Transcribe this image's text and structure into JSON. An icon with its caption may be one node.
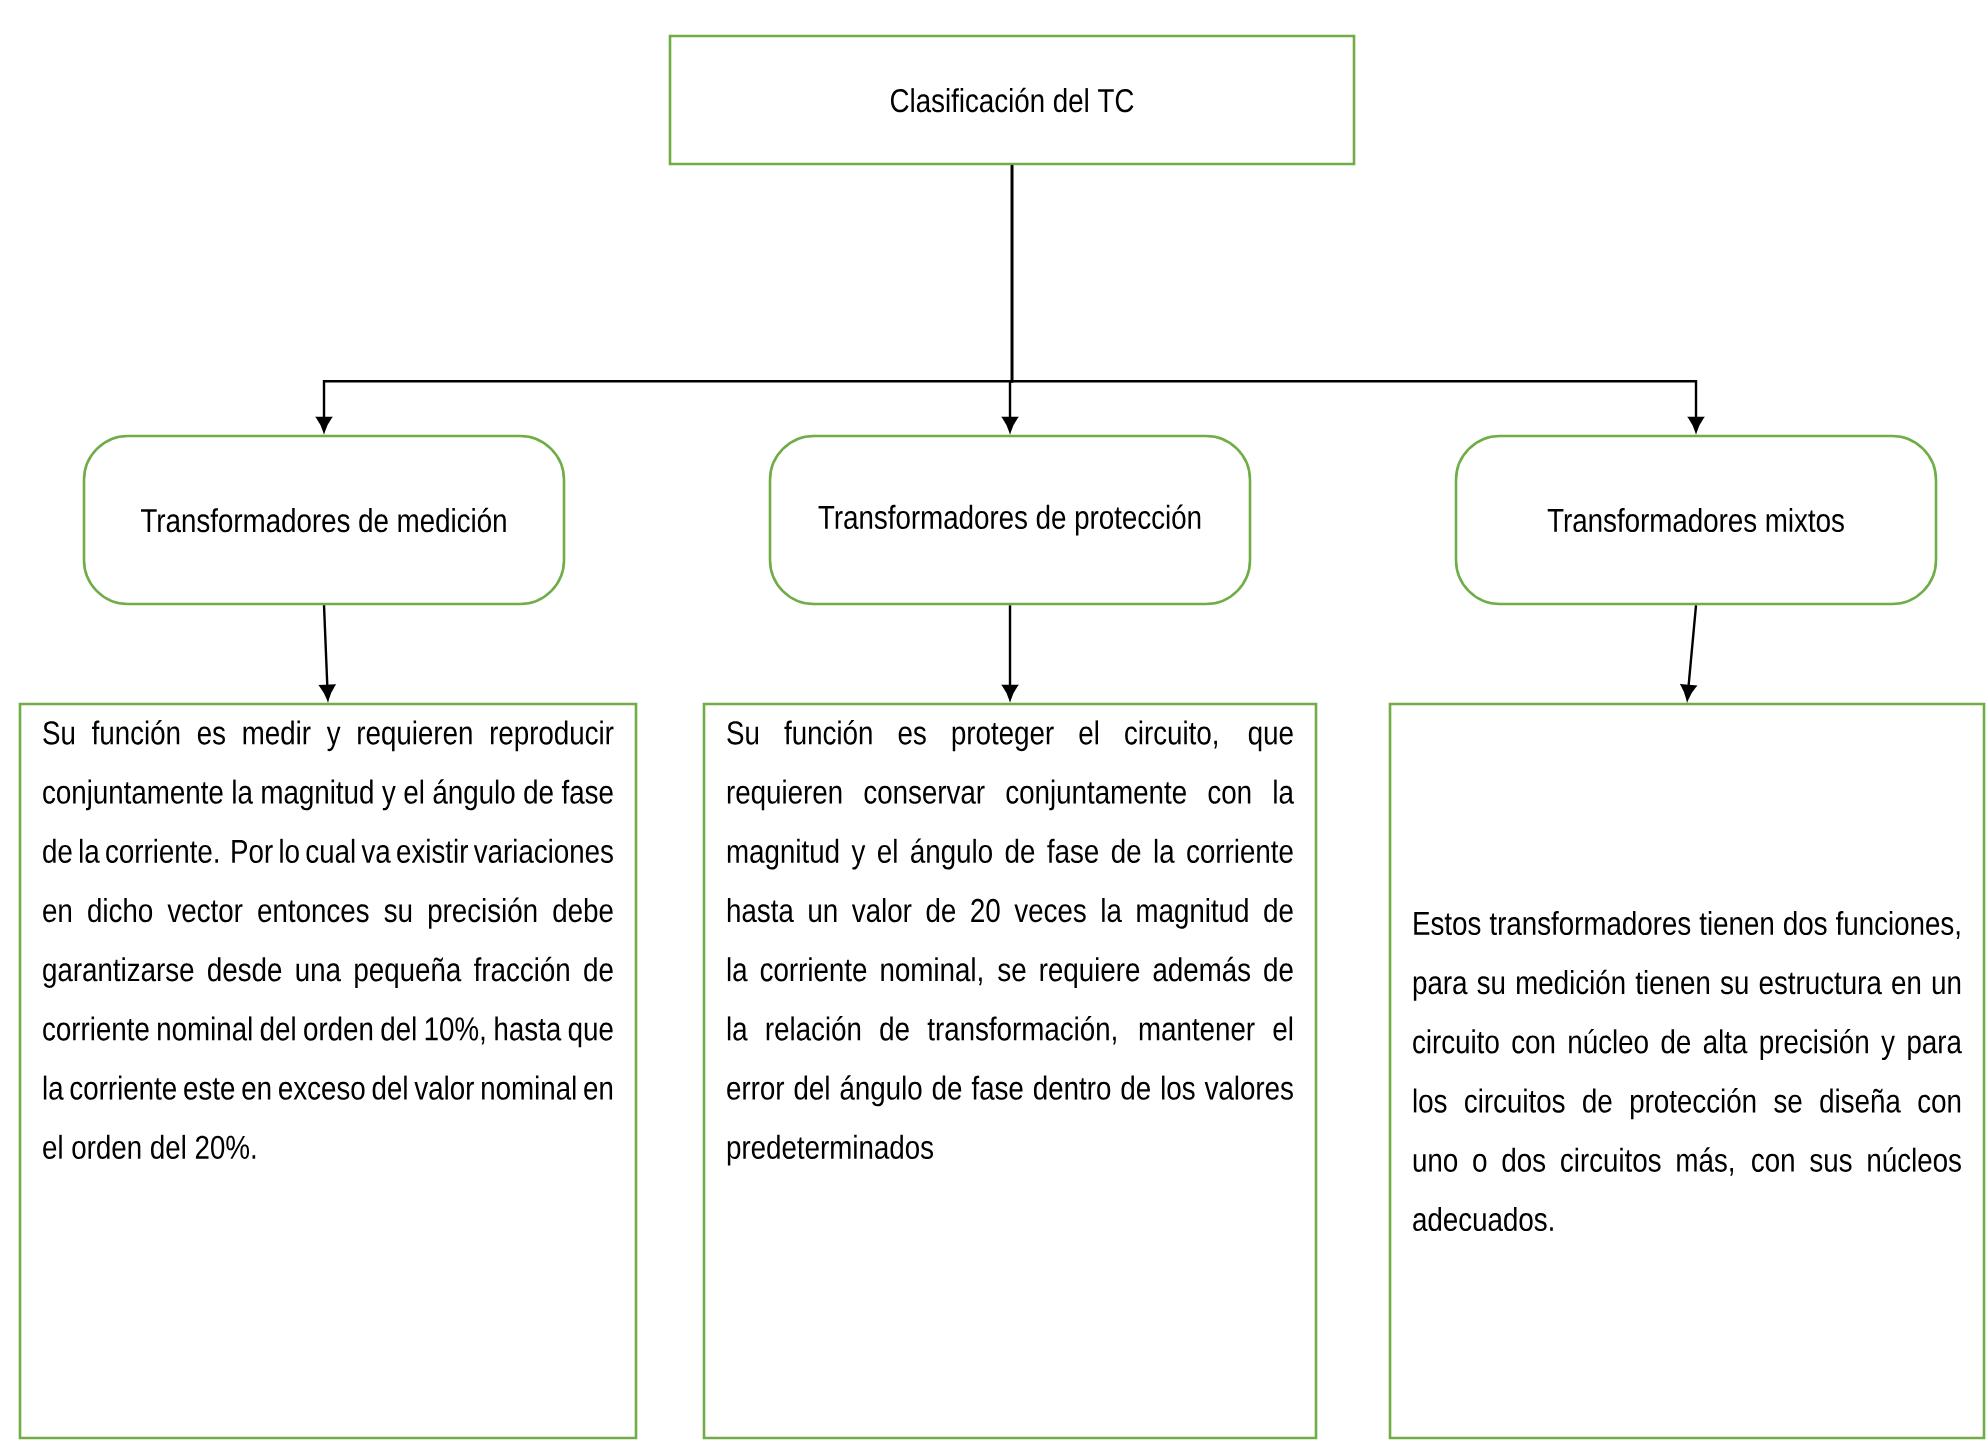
{
  "diagram": {
    "nodes": [
      {
        "text": [
          "Clasificación del TC"
        ]
      },
      {
        "text": [
          "Transformadores de medición"
        ]
      },
      {
        "text": [
          "Transformadores de protección"
        ]
      },
      {
        "text": [
          "Transformadores mixtos"
        ]
      },
      {
        "text": [
          "Su función es medir y requieren reproducir conjuntamente la magnitud y el ángulo de fase de la corriente.  Por lo cual va existir variaciones en dicho vector entonces su precisión debe garantizarse desde una pequeña fracción de corriente nominal del orden del 10%, hasta que la corriente este en exceso del valor nominal en el orden del 20%."
        ]
      },
      {
        "text": [
          "Su función es proteger el circuito, que requieren conservar conjuntamente con la magnitud y el ángulo de fase de la corriente hasta un valor de 20 veces la magnitud de la corriente nominal, se requiere además de la relación de transformación, mantener el error del ángulo de fase dentro de los valores predeterminados"
        ]
      },
      {
        "text": [
          "Estos transformadores tienen dos funciones, para su medición tienen su estructura en un circuito con núcleo de alta precisión y para los circuitos de protección se diseña con uno o dos circuitos más, con sus núcleos adecuados."
        ]
      }
    ],
    "edges": [
      {
        "from": 0,
        "to": 1,
        "arrow": "to"
      },
      {
        "from": 0,
        "to": 2,
        "arrow": "to"
      },
      {
        "from": 0,
        "to": 3,
        "arrow": "to"
      },
      {
        "from": 1,
        "to": 4,
        "arrow": "to"
      },
      {
        "from": 2,
        "to": 5,
        "arrow": "to"
      },
      {
        "from": 3,
        "to": 6,
        "arrow": "to"
      }
    ]
  }
}
